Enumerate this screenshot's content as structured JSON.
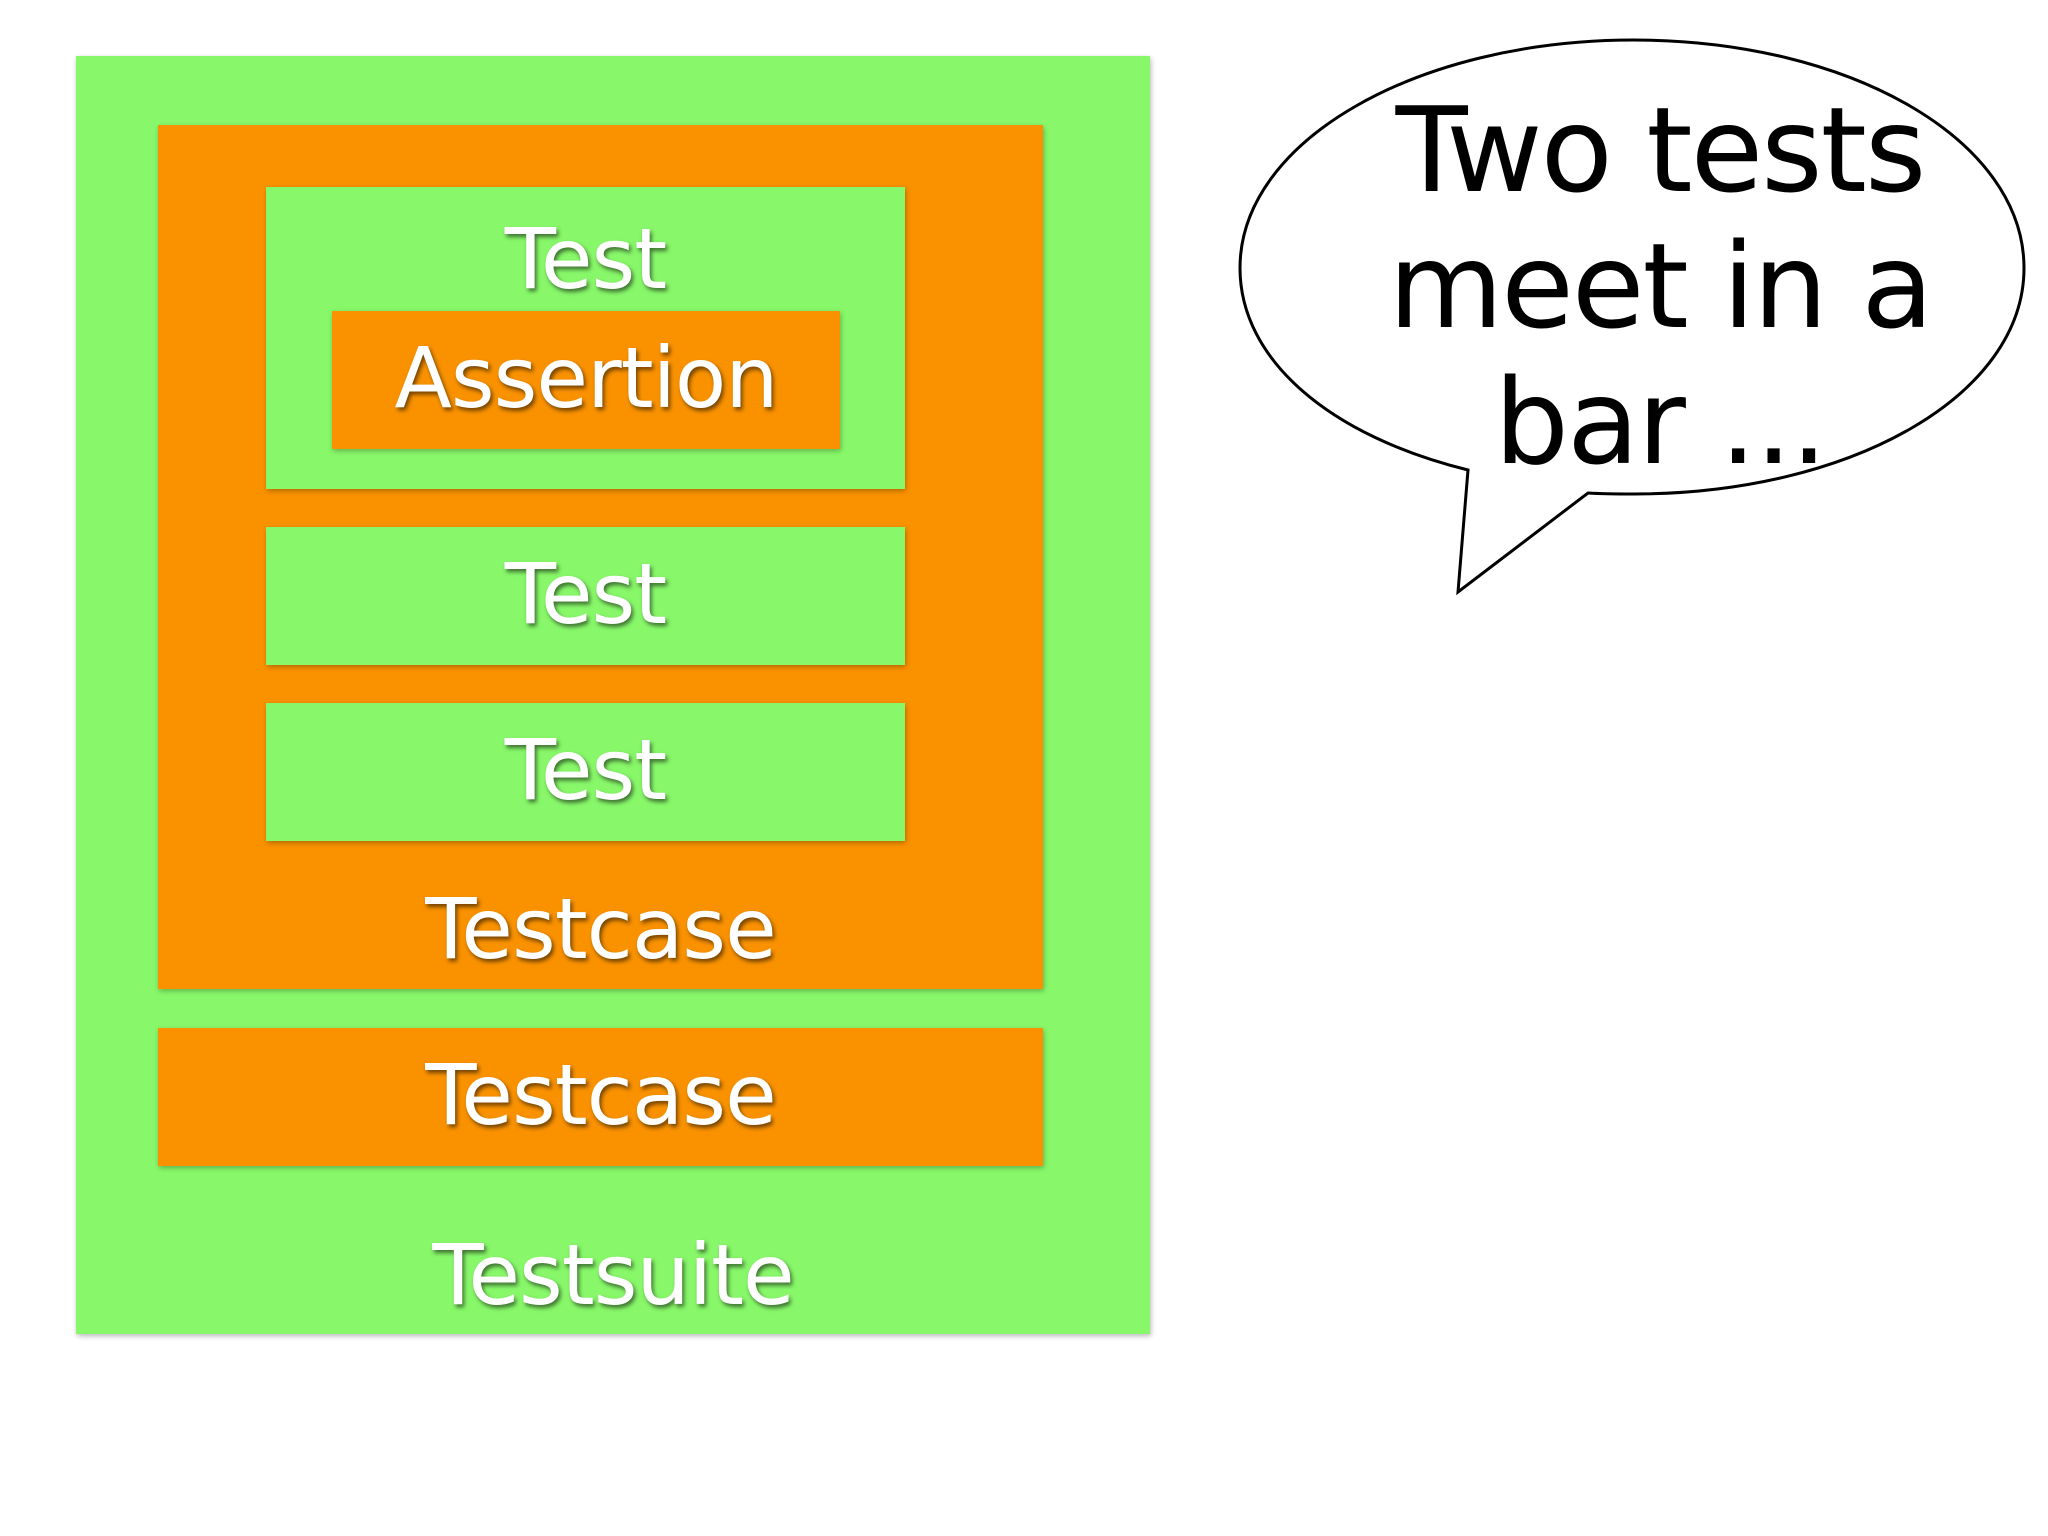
{
  "colors": {
    "green": "#88f86a",
    "orange": "#fa9200",
    "text_on_box": "#ffffff",
    "bubble_stroke": "#000000",
    "bubble_fill": "#ffffff"
  },
  "diagram": {
    "testsuite": {
      "label": "Testsuite",
      "testcases": [
        {
          "label": "Testcase",
          "tests": [
            {
              "label": "Test",
              "assertion": "Assertion"
            },
            {
              "label": "Test"
            },
            {
              "label": "Test"
            }
          ]
        },
        {
          "label": "Testcase"
        }
      ]
    }
  },
  "speech_bubble": {
    "text": "Two tests\nmeet in a\nbar ..."
  }
}
